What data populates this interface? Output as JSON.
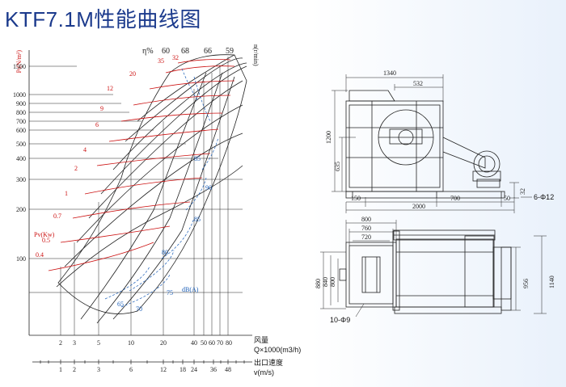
{
  "title": "KTF7.1M性能曲线图",
  "chart": {
    "y_axis_label": "Pₜ(N/m²)",
    "y_ticks": [
      "1500",
      "1000",
      "900",
      "800",
      "700",
      "600",
      "500",
      "400",
      "300",
      "200",
      "100"
    ],
    "x_axis_label_1": "风量",
    "x_axis_label_2": "Q×1000(m3/h)",
    "x_ticks": [
      "2",
      "3",
      "5",
      "10",
      "20",
      "40",
      "50",
      "60",
      "70",
      "80"
    ],
    "v_axis_label_1": "出口速度",
    "v_axis_label_2": "v(m/s)",
    "v_ticks": [
      "1",
      "2",
      "3",
      "6",
      "12",
      "18",
      "24",
      "36",
      "48"
    ],
    "eta_label": "η%",
    "eta_values": [
      "60",
      "68",
      "66",
      "59"
    ],
    "speed_label": "n(r/min)",
    "power_label": "Pv(Kw)",
    "power_values": [
      "35",
      "32",
      "20",
      "12",
      "9",
      "6",
      "4",
      "2",
      "1",
      "0.7",
      "0.5",
      "0.4"
    ],
    "noise_label": "dB(A)",
    "noise_values": [
      "85",
      "90",
      "85",
      "80",
      "75",
      "65",
      "70"
    ]
  },
  "drawing": {
    "side_dims": [
      "1340",
      "532",
      "1200",
      "635",
      "150",
      "700",
      "50",
      "2000",
      "32"
    ],
    "side_hole_label": "6-Φ12",
    "front_dims": [
      "800",
      "760",
      "720",
      "880",
      "840",
      "800",
      "956",
      "1140"
    ],
    "front_hole_label": "10-Φ9"
  },
  "colors": {
    "title": "#1b3a8c",
    "power_curve": "#cc1111",
    "noise_curve": "#1c5fb8",
    "lines": "#222222"
  }
}
